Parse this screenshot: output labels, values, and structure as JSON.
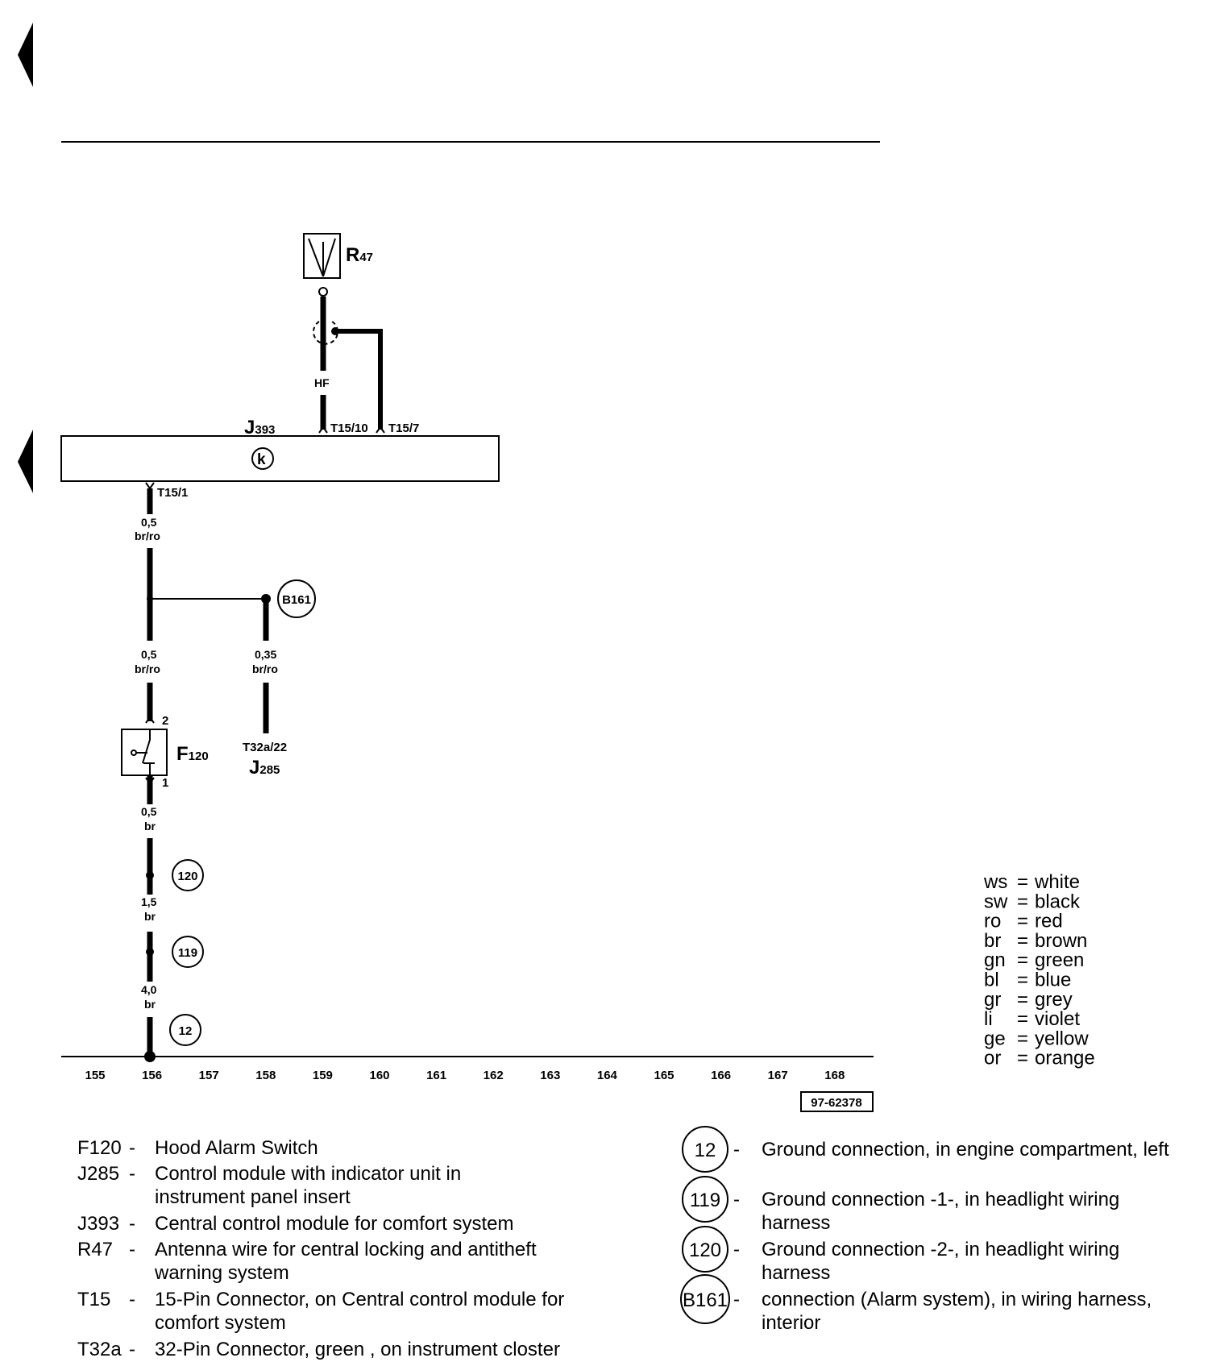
{
  "components": {
    "r47": "R47",
    "j393": "J393",
    "j285": "J285",
    "f120": "F120"
  },
  "terminals": {
    "t15_10": "T15/10",
    "t15_7": "T15/7",
    "t15_1": "T15/1",
    "t32a_22": "T32a/22",
    "f120_pin2": "2",
    "f120_pin1": "1"
  },
  "wires": {
    "hf": "HF",
    "w1_gauge": "0,5",
    "w1_color": "br/ro",
    "w2_gauge": "0,5",
    "w2_color": "br/ro",
    "w3_gauge": "0,35",
    "w3_color": "br/ro",
    "w4_gauge": "0,5",
    "w4_color": "br",
    "w5_gauge": "1,5",
    "w5_color": "br",
    "w6_gauge": "4,0",
    "w6_color": "br"
  },
  "connections": {
    "b161": "B161",
    "g120": "120",
    "g119": "119",
    "g12": "12"
  },
  "axis": [
    "155",
    "156",
    "157",
    "158",
    "159",
    "160",
    "161",
    "162",
    "163",
    "164",
    "165",
    "166",
    "167",
    "168"
  ],
  "figure_code": "97-62378",
  "color_legend": [
    {
      "code": "ws",
      "name": "white"
    },
    {
      "code": "sw",
      "name": "black"
    },
    {
      "code": "ro",
      "name": "red"
    },
    {
      "code": "br",
      "name": "brown"
    },
    {
      "code": "gn",
      "name": "green"
    },
    {
      "code": "bl",
      "name": "blue"
    },
    {
      "code": "gr",
      "name": "grey"
    },
    {
      "code": "li",
      "name": "violet"
    },
    {
      "code": "ge",
      "name": "yellow"
    },
    {
      "code": "or",
      "name": "orange"
    }
  ],
  "component_legend": [
    {
      "code": "F120",
      "lines": [
        "Hood Alarm Switch"
      ]
    },
    {
      "code": "J285",
      "lines": [
        "Control module with indicator unit in",
        "instrument panel insert"
      ]
    },
    {
      "code": "J393",
      "lines": [
        "Central control module for comfort system"
      ]
    },
    {
      "code": "R47",
      "lines": [
        "Antenna wire for central locking and antitheft",
        "warning system"
      ]
    },
    {
      "code": "T15",
      "lines": [
        "15-Pin Connector, on Central control module for",
        "comfort system"
      ]
    },
    {
      "code": "T32a",
      "lines": [
        "32-Pin Connector, green , on instrument closter"
      ]
    }
  ],
  "connection_legend": [
    {
      "num": "12",
      "lines": [
        "Ground connection, in engine compartment, left"
      ]
    },
    {
      "num": "119",
      "lines": [
        "Ground connection -1-, in headlight wiring",
        "harness"
      ]
    },
    {
      "num": "120",
      "lines": [
        "Ground connection -2-, in headlight wiring",
        "harness"
      ]
    },
    {
      "num": "B161",
      "lines": [
        "connection (Alarm system), in wiring harness,",
        "interior"
      ]
    }
  ]
}
